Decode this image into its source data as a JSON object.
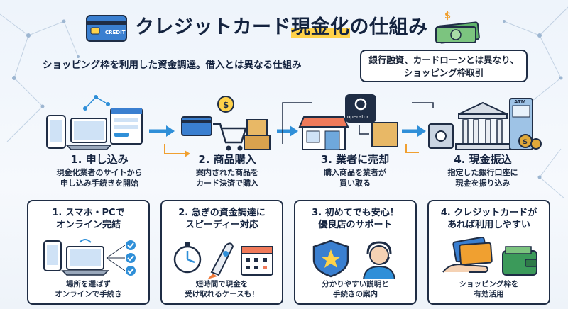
{
  "title": {
    "prefix": "クレジットカード",
    "highlight": "現金化",
    "suffix": "の仕組み"
  },
  "subtitle": "ショッピング枠を利用した資金調達。借入とは異なる仕組み",
  "note": {
    "line1": "銀行融資、カードローンとは異なり、",
    "line2": "ショッピング枠取引"
  },
  "icons": {
    "card_text": "CREDIT",
    "operator_text": "operator",
    "atm_text": "ATM",
    "dollar": "$"
  },
  "steps": [
    {
      "title": "1. 申し込み",
      "desc1": "現金化業者のサイトから",
      "desc2": "申し込み手続きを開始"
    },
    {
      "title": "2. 商品購入",
      "desc1": "案内された商品を",
      "desc2": "カード決済で購入"
    },
    {
      "title": "3. 業者に売却",
      "desc1": "購入商品を業者が",
      "desc2": "買い取る"
    },
    {
      "title": "4. 現金振込",
      "desc1": "指定した銀行口座に",
      "desc2": "現金を振り込み"
    }
  ],
  "cards": [
    {
      "title1": "1. スマホ・PCで",
      "title2": "オンライン完結",
      "desc1": "場所を選ばず",
      "desc2": "オンラインで手続き"
    },
    {
      "title1": "2. 急ぎの資金調達に",
      "title2": "スピーディー対応",
      "desc1": "短時間で現金を",
      "desc2": "受け取れるケースも！"
    },
    {
      "title1": "3. 初めてでも安心！",
      "title2": "優良店のサポート",
      "desc1": "分かりやすい説明と",
      "desc2": "手続きの案内"
    },
    {
      "title1": "4. クレジットカードが",
      "title2": "あれば利用しやすい",
      "desc1": "ショッピング枠を",
      "desc2": "有効活用"
    }
  ],
  "colors": {
    "navy": "#1f2d45",
    "blue": "#2f8fd8",
    "orange": "#f0a030",
    "yellow": "#ffd24a",
    "green": "#3b9a5a"
  }
}
